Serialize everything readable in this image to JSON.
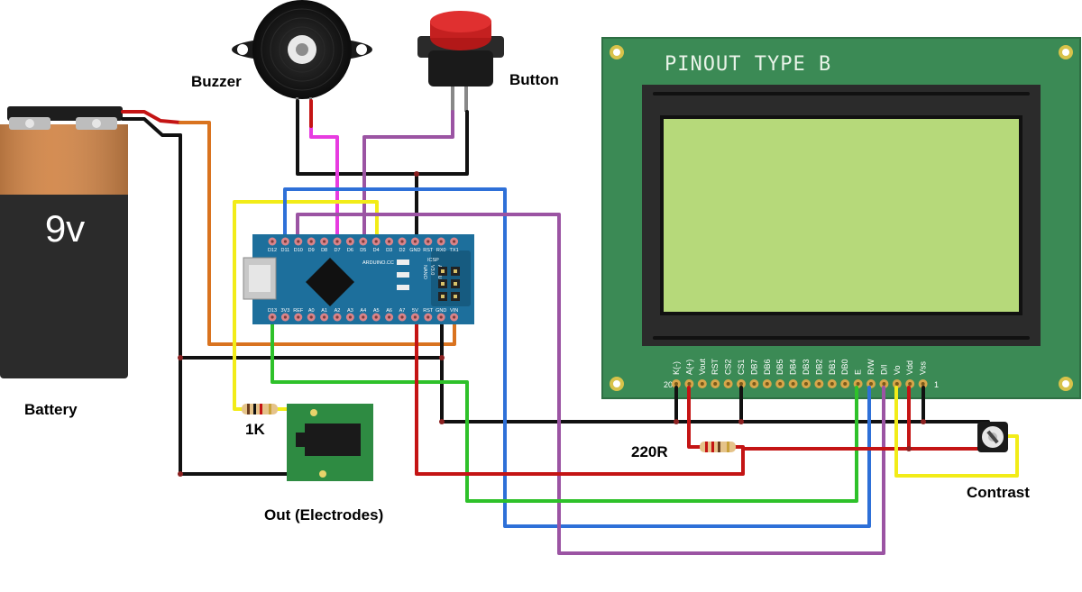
{
  "labels": {
    "battery_voltage": "9v",
    "battery": "Battery",
    "buzzer": "Buzzer",
    "button": "Button",
    "resistor_1k": "1K",
    "resistor_220r": "220R",
    "out": "Out (Electrodes)",
    "contrast": "Contrast"
  },
  "lcd": {
    "title": "PINOUT TYPE B",
    "pin_first": "20",
    "pin_last": "1",
    "pins": [
      "K(-)",
      "A(+)",
      "Vout",
      "RST",
      "CS2",
      "CS1",
      "DB7",
      "DB6",
      "DB5",
      "DB4",
      "DB3",
      "DB2",
      "DB1",
      "DB0",
      "E",
      "R/W",
      "D/I",
      "Vo",
      "Vdd",
      "Vss"
    ]
  },
  "nano": {
    "top_pins": [
      "D12",
      "D11",
      "D10",
      "D9",
      "D8",
      "D7",
      "D6",
      "D5",
      "D4",
      "D3",
      "D2",
      "GND",
      "RST",
      "RX0",
      "TX1"
    ],
    "bottom_pins": [
      "D13",
      "3V3",
      "REF",
      "A0",
      "A1",
      "A2",
      "A3",
      "A4",
      "A5",
      "A6",
      "A7",
      "5V",
      "RST",
      "GND",
      "VIN"
    ],
    "chip_text": [
      "ARDUINO.CC",
      "NANO",
      "V3.0",
      "ARDUINO"
    ],
    "header_text": "ICSP",
    "wire_colors": {
      "black": "#111111",
      "red": "#c41414",
      "orange": "#d9731f",
      "yellow": "#f2ec18",
      "green": "#2ec12a",
      "blue": "#2e70d8",
      "purple": "#9b54a3",
      "magenta": "#e73ce0"
    }
  }
}
